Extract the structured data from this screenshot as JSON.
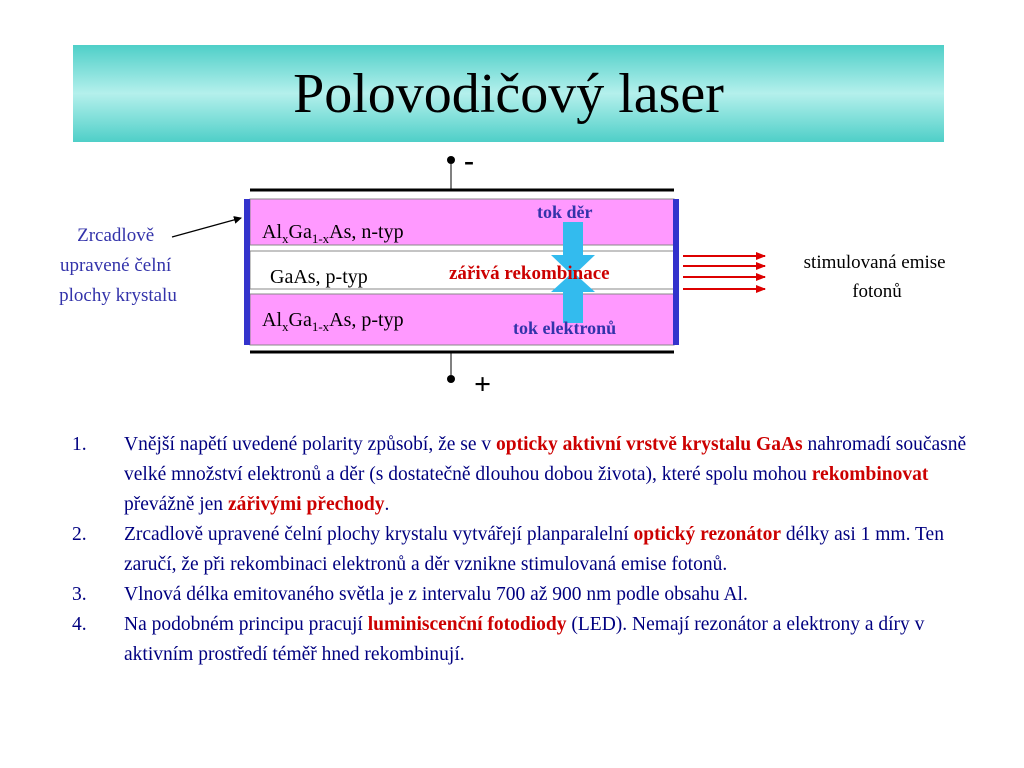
{
  "slide": {
    "title": "Polovodičový laser"
  },
  "diagram": {
    "terminal_minus": "-",
    "terminal_plus": "+",
    "mirror_label": [
      "Zrcadlově",
      "upravené čelní",
      "plochy krystalu"
    ],
    "layers": [
      {
        "material": "Al",
        "sub1": "x",
        "mid": "Ga",
        "sub2": "1-x",
        "rest": "As, n-typ"
      },
      {
        "plain": "GaAs, p-typ"
      },
      {
        "material": "Al",
        "sub1": "x",
        "mid": "Ga",
        "sub2": "1-x",
        "rest": "As, p-typ"
      }
    ],
    "hole_flow": "tok děr",
    "recombination": "zářivá rekombinace",
    "electron_flow": "tok elektronů",
    "emission_label": [
      "stimulovaná emise",
      "fotonů"
    ],
    "colors": {
      "layer_fill": "#ff99ff",
      "mirror": "#3333cc",
      "arrow_flow": "#33bbee",
      "emission": "#dd0000",
      "blue_text": "#3333aa",
      "red_text": "#cc0000"
    }
  },
  "notes": [
    {
      "num": "1.",
      "parts": [
        {
          "t": "Vnější napětí uvedené polarity způsobí, že se v "
        },
        {
          "t": "opticky aktivní vrstvě krystalu GaAs",
          "emph": true
        },
        {
          "t": " nahromadí současně velké množství elektronů a děr (s dostatečně dlouhou dobou života), které spolu mohou "
        },
        {
          "t": "rekombinovat",
          "emph": true
        },
        {
          "t": " převážně jen "
        },
        {
          "t": "zářivými přechody",
          "emph": true
        },
        {
          "t": "."
        }
      ]
    },
    {
      "num": "2.",
      "parts": [
        {
          "t": "Zrcadlově upravené čelní plochy krystalu vytvářejí planparalelní "
        },
        {
          "t": "optický rezonátor",
          "emph": true
        },
        {
          "t": " délky asi 1 mm. Ten zaručí, že při rekombinaci elektronů a děr vznikne stimulovaná emise fotonů."
        }
      ]
    },
    {
      "num": "3.",
      "parts": [
        {
          "t": "Vlnová délka emitovaného světla je z intervalu 700 až 900 nm podle obsahu Al."
        }
      ]
    },
    {
      "num": "4.",
      "parts": [
        {
          "t": "Na podobném principu pracují "
        },
        {
          "t": "luminiscenční fotodiody",
          "emph": true
        },
        {
          "t": " (LED). Nemají rezonátor a elektrony a díry v aktivním prostředí téměř hned rekombinují."
        }
      ]
    }
  ]
}
